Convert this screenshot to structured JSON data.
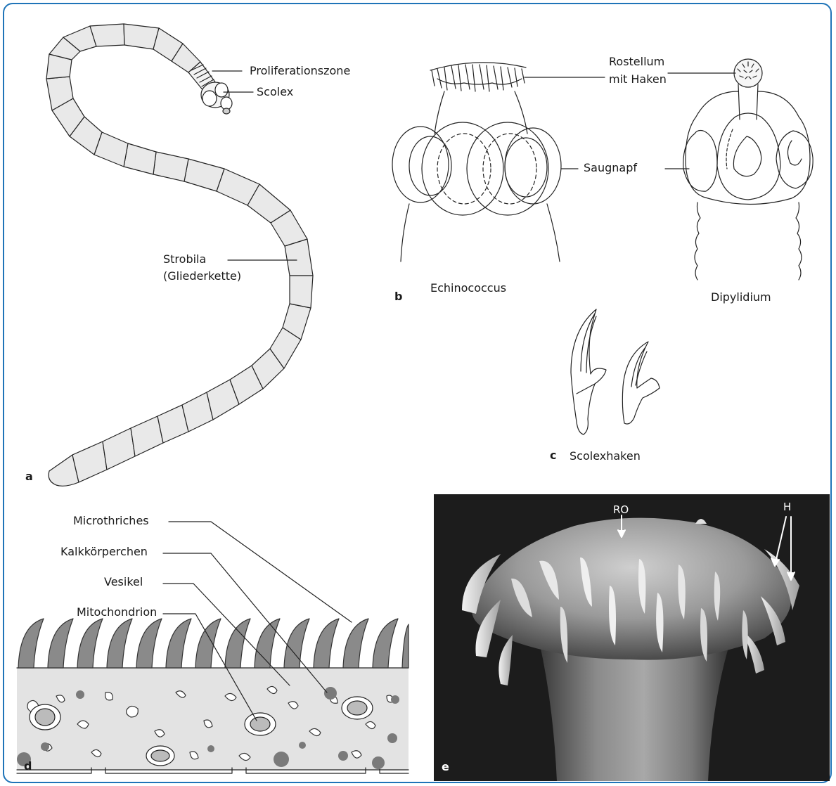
{
  "panels": {
    "a": {
      "letter": "a",
      "labels": {
        "proliferation_zone": "Proliferationszone",
        "scolex": "Scolex",
        "strobila": "Strobila",
        "strobila_sub": "(Gliederkette)"
      }
    },
    "b": {
      "letter": "b",
      "labels": {
        "rostellum": "Rostellum",
        "rostellum_sub": "mit Haken",
        "sucker": "Saugnapf",
        "echinococcus": "Echinococcus",
        "dipylidium": "Dipylidium"
      }
    },
    "c": {
      "letter": "c",
      "labels": {
        "hooks": "Scolexhaken"
      }
    },
    "d": {
      "letter": "d",
      "labels": {
        "microthriches": "Microthriches",
        "calcareous": "Kalkkörperchen",
        "vesicle": "Vesikel",
        "mitochondrion": "Mitochondrion"
      }
    },
    "e": {
      "letter": "e",
      "labels": {
        "ro": "RO",
        "h": "H"
      }
    }
  },
  "colors": {
    "frame": "#1f74b8",
    "segment_fill": "#e9e9e9",
    "tegument_fill": "#e3e3e3"
  }
}
